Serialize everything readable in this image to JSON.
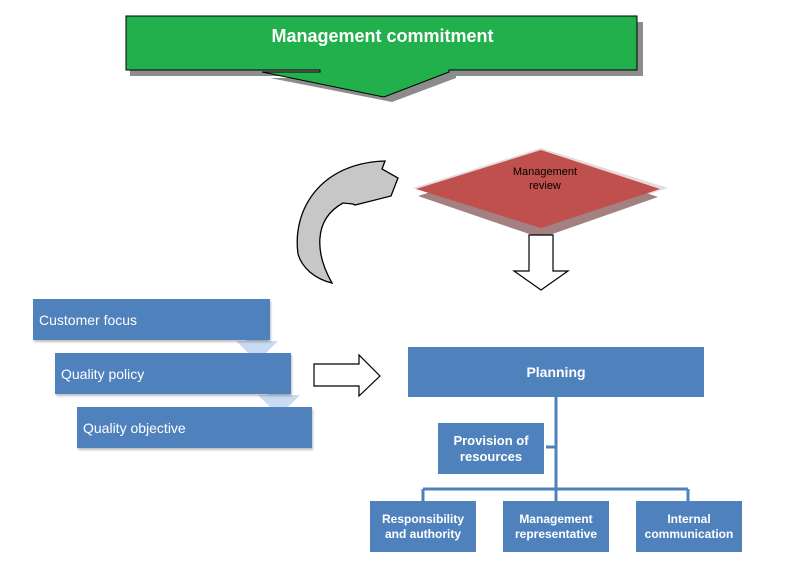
{
  "header": {
    "title": "Management commitment"
  },
  "review": {
    "label_line1": "Management",
    "label_line2": "review"
  },
  "left_stack": {
    "items": [
      "Customer focus",
      "Quality policy",
      "Quality objective"
    ]
  },
  "planning": {
    "label": "Planning"
  },
  "provision": {
    "label_line1": "Provision of",
    "label_line2": "resources"
  },
  "children": [
    {
      "line1": "Responsibility",
      "line2": "and authority"
    },
    {
      "line1": "Management",
      "line2": "representative"
    },
    {
      "line1": "Internal",
      "line2": "communication"
    }
  ],
  "colors": {
    "header_fill": "#21b04b",
    "review_fill": "#c0504d",
    "box_fill": "#4f81bd",
    "connector": "#4f81bd"
  }
}
